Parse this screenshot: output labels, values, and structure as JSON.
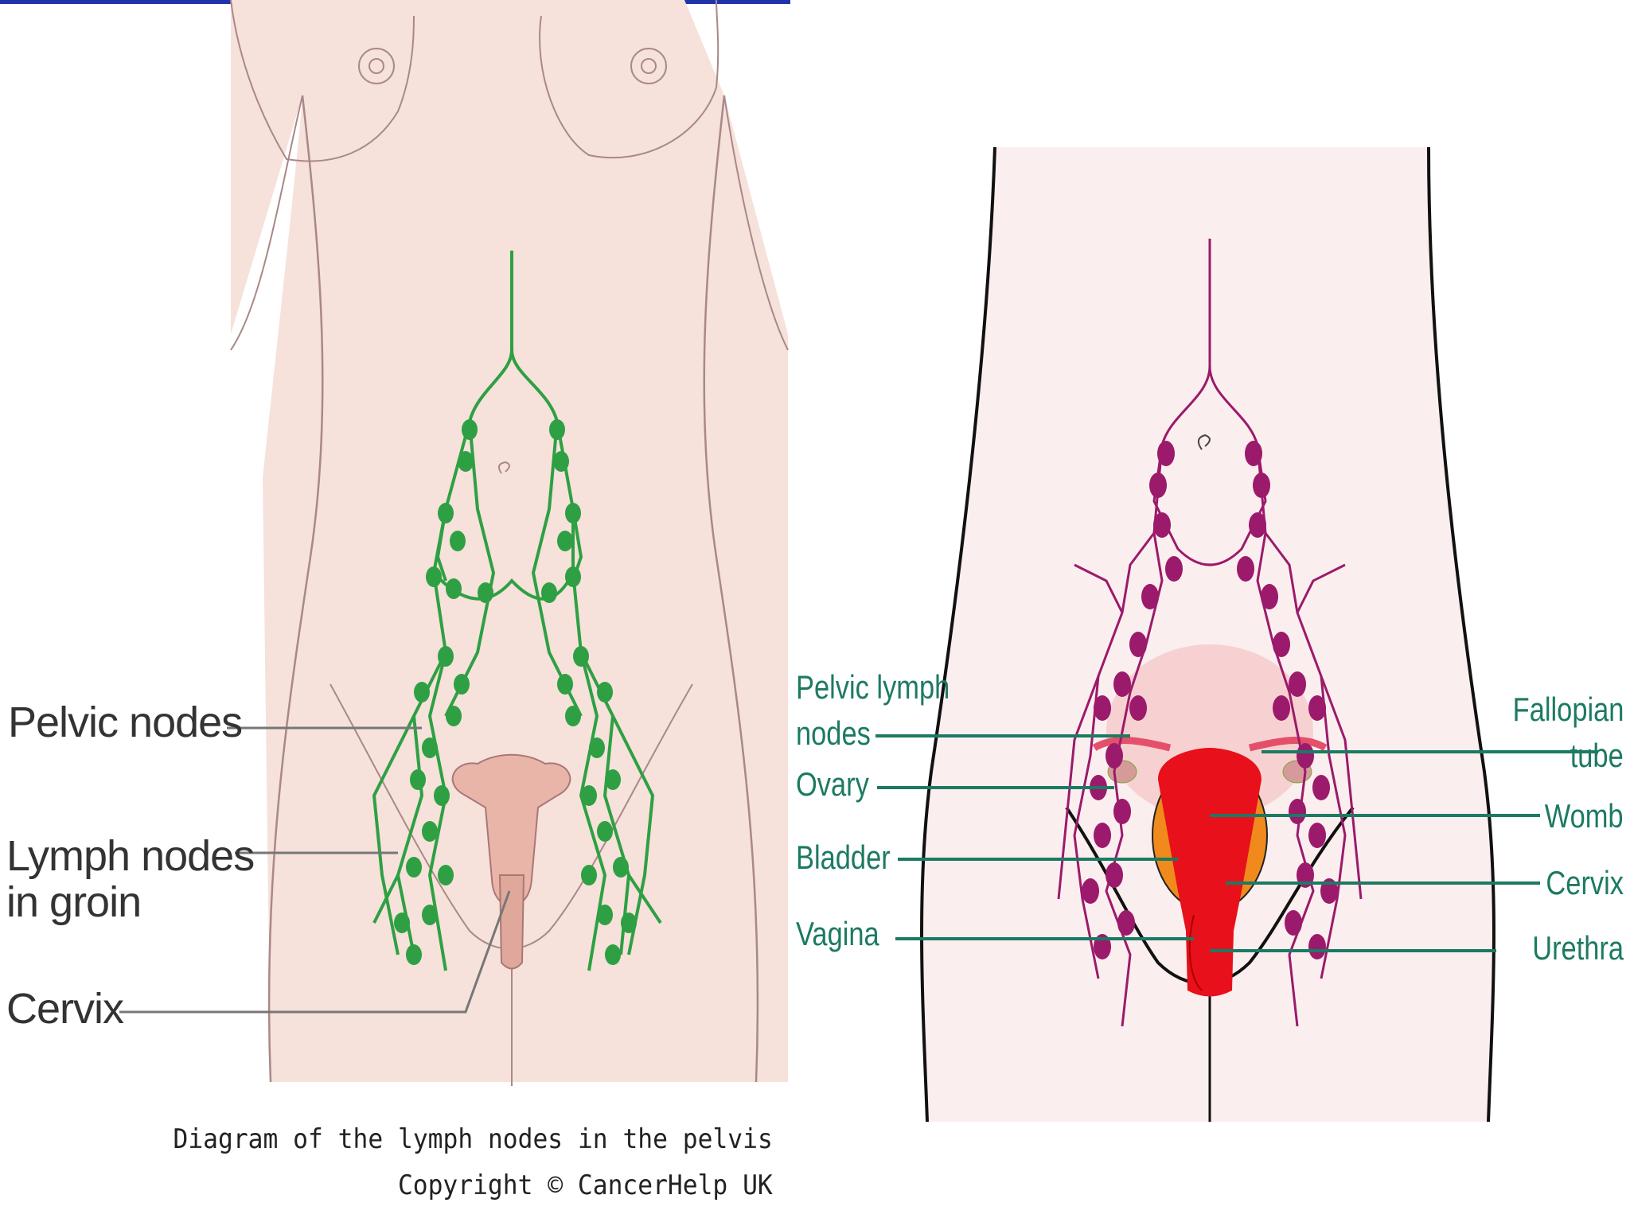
{
  "left_figure": {
    "labels": {
      "pelvic_nodes": "Pelvic nodes",
      "lymph_nodes_groin_1": "Lymph nodes",
      "lymph_nodes_groin_2": "in groin",
      "cervix": "Cervix"
    },
    "caption": {
      "line1": "Diagram of the lymph nodes in the pelvis",
      "line2": "Copyright © CancerHelp UK"
    },
    "colors": {
      "skin": "#f6e1db",
      "nodes": "#2ea043",
      "organ": "#e8b5a8"
    }
  },
  "right_figure": {
    "labels": {
      "pelvic_lymph_nodes_1": "Pelvic lymph",
      "pelvic_lymph_nodes_2": "nodes",
      "ovary": "Ovary",
      "bladder": "Bladder",
      "vagina": "Vagina",
      "fallopian_tube_1": "Fallopian",
      "fallopian_tube_2": "tube",
      "womb": "Womb",
      "cervix": "Cervix",
      "urethra": "Urethra"
    },
    "colors": {
      "skin": "#fbeeee",
      "nodes": "#9b1a6b",
      "womb": "#e8101a",
      "bladder": "#f08a1c",
      "label": "#1c7a63"
    }
  }
}
